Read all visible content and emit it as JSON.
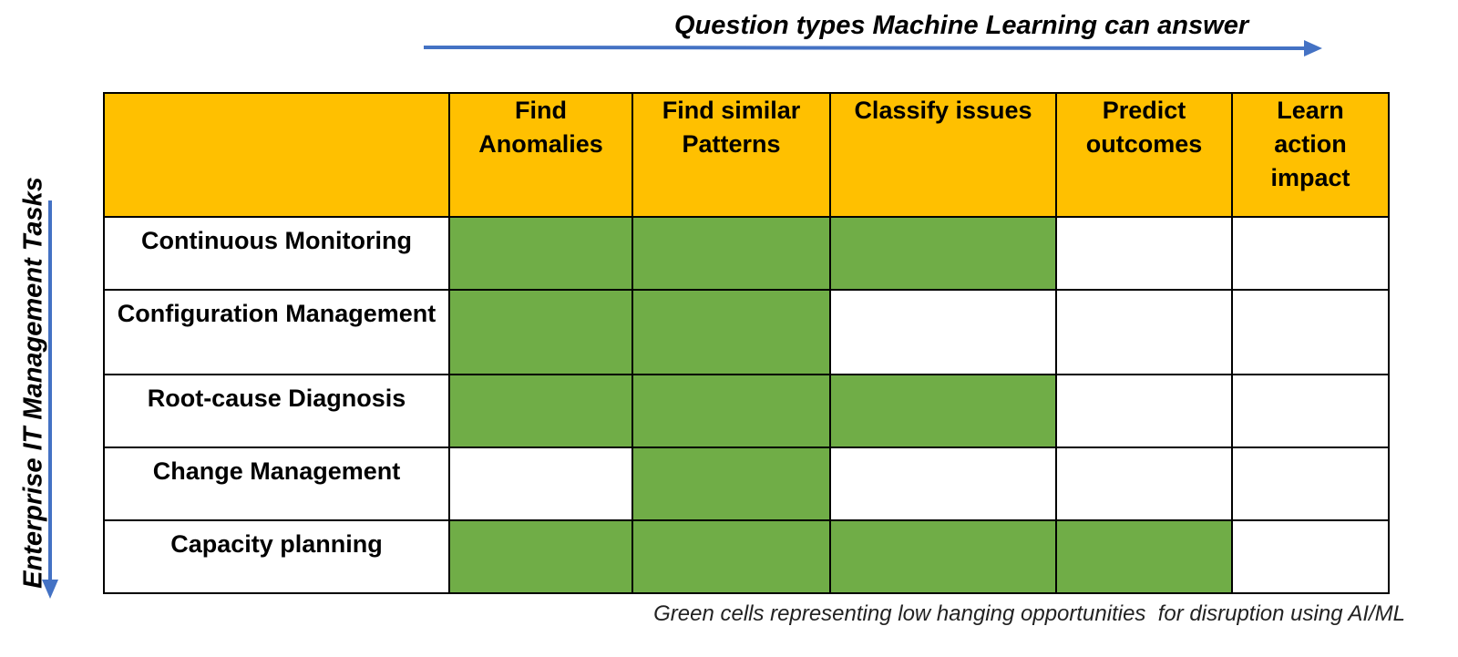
{
  "header": {
    "title": "Question types Machine Learning can answer",
    "side_title": "Enterprise IT Management Tasks"
  },
  "table": {
    "corner": "",
    "columns": [
      "Find\nAnomalies",
      "Find similar\nPatterns",
      "Classify issues",
      "Predict\noutcomes",
      "Learn\naction\nimpact"
    ],
    "rows": [
      {
        "label": "Continuous Monitoring",
        "cells": [
          true,
          true,
          true,
          false,
          false
        ]
      },
      {
        "label": "Configuration Management",
        "cells": [
          true,
          true,
          false,
          false,
          false
        ]
      },
      {
        "label": "Root-cause Diagnosis",
        "cells": [
          true,
          true,
          true,
          false,
          false
        ]
      },
      {
        "label": "Change Management",
        "cells": [
          false,
          true,
          false,
          false,
          false
        ]
      },
      {
        "label": "Capacity planning",
        "cells": [
          true,
          true,
          true,
          true,
          false
        ]
      }
    ]
  },
  "footnote": "Green cells representing low hanging opportunities  for disruption using AI/ML",
  "colors": {
    "header": "#ffc000",
    "highlight": "#70ad47",
    "arrow": "#4472c4"
  }
}
